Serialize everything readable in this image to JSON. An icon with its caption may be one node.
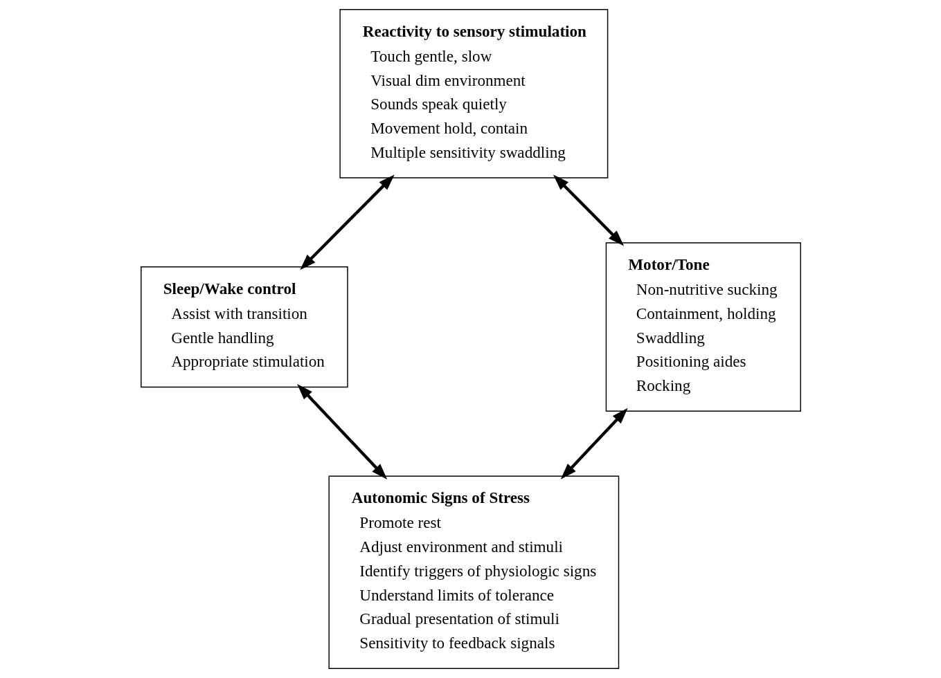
{
  "diagram": {
    "nodes": [
      {
        "text": [
          "Reactivity to sensory stimulation",
          "Touch gentle, slow",
          "Visual dim environment",
          "Sounds speak quietly",
          "Movement hold, contain",
          "Multiple sensitivity swaddling"
        ]
      },
      {
        "text": [
          "Sleep/Wake control",
          "Assist with transition",
          "Gentle handling",
          "Appropriate stimulation"
        ]
      },
      {
        "text": [
          "Motor/Tone",
          "Non-nutritive sucking",
          "Containment, holding",
          "Swaddling",
          "Positioning aides",
          "Rocking"
        ]
      },
      {
        "text": [
          "Autonomic Signs of Stress",
          "Promote rest",
          "Adjust environment and stimuli",
          "Identify triggers of physiologic signs",
          "Understand limits of tolerance",
          "Gradual presentation of stimuli",
          "Sensitivity to feedback signals"
        ]
      }
    ],
    "edges": [
      {
        "from": 1,
        "to": 0,
        "arrow": "both"
      },
      {
        "from": 0,
        "to": 2,
        "arrow": "both"
      },
      {
        "from": 1,
        "to": 3,
        "arrow": "both"
      },
      {
        "from": 3,
        "to": 2,
        "arrow": "both"
      }
    ]
  }
}
